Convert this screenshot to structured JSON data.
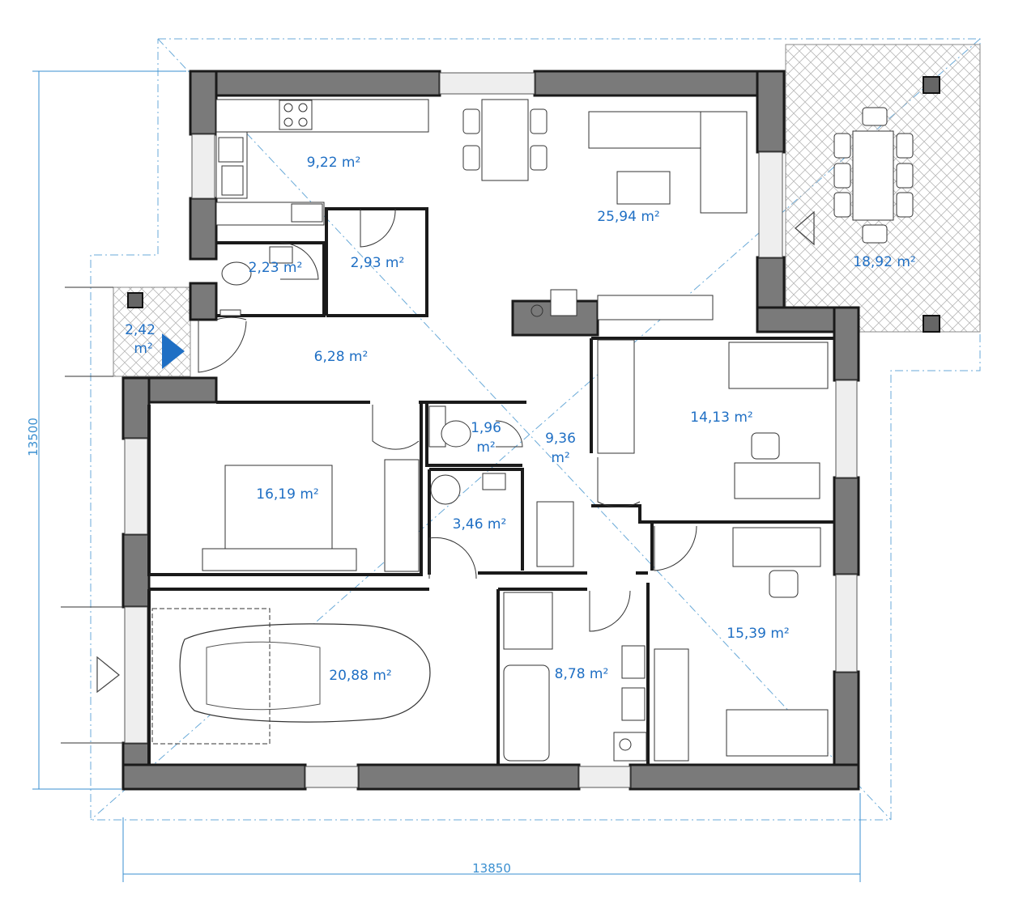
{
  "dimensions": {
    "width": "13850",
    "height": "13500"
  },
  "rooms": [
    {
      "id": "kitchen",
      "area": "9,22 m²"
    },
    {
      "id": "living",
      "area": "25,94 m²"
    },
    {
      "id": "terrace",
      "area": "18,92 m²"
    },
    {
      "id": "bath-small",
      "area": "2,23 m²"
    },
    {
      "id": "pantry",
      "area": "2,93 m²"
    },
    {
      "id": "hall",
      "area": "6,28 m²"
    },
    {
      "id": "wc",
      "area_line1": "1,96",
      "area_line2": "m²"
    },
    {
      "id": "corridor",
      "area_line1": "9,36",
      "area_line2": "m²"
    },
    {
      "id": "bedroom-1",
      "area": "14,13 m²"
    },
    {
      "id": "bedroom-2",
      "area": "16,19 m²"
    },
    {
      "id": "utility",
      "area": "3,46 m²"
    },
    {
      "id": "garage",
      "area": "20,88 m²"
    },
    {
      "id": "bathroom",
      "area": "8,78 m²"
    },
    {
      "id": "bedroom-3",
      "area": "15,39 m²"
    }
  ],
  "entrance": {
    "area_line1": "2,42",
    "area_line2": "m²"
  },
  "colors": {
    "wall": "#7a7a7a",
    "label": "#1f6fc4",
    "dimension": "#3a8fd0",
    "entrance_arrow": "#1f6fc4"
  }
}
